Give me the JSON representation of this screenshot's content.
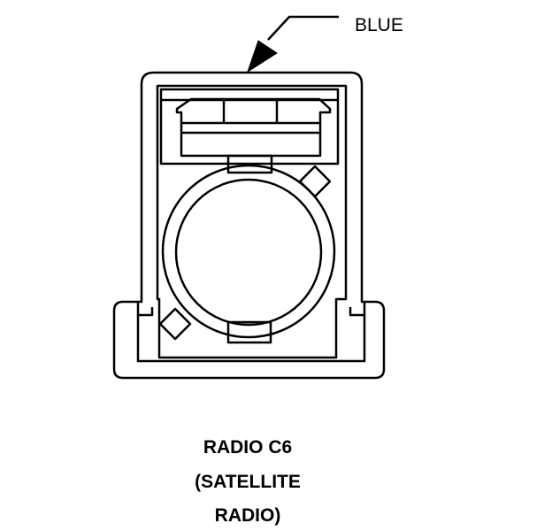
{
  "callout": {
    "text": "BLUE"
  },
  "caption": {
    "lines": [
      "RADIO C6",
      "(SATELLITE",
      "RADIO)"
    ]
  },
  "colors": {
    "stroke": "#000000",
    "background": "#ffffff"
  },
  "icons": {
    "arrow": "arrowhead-icon"
  }
}
